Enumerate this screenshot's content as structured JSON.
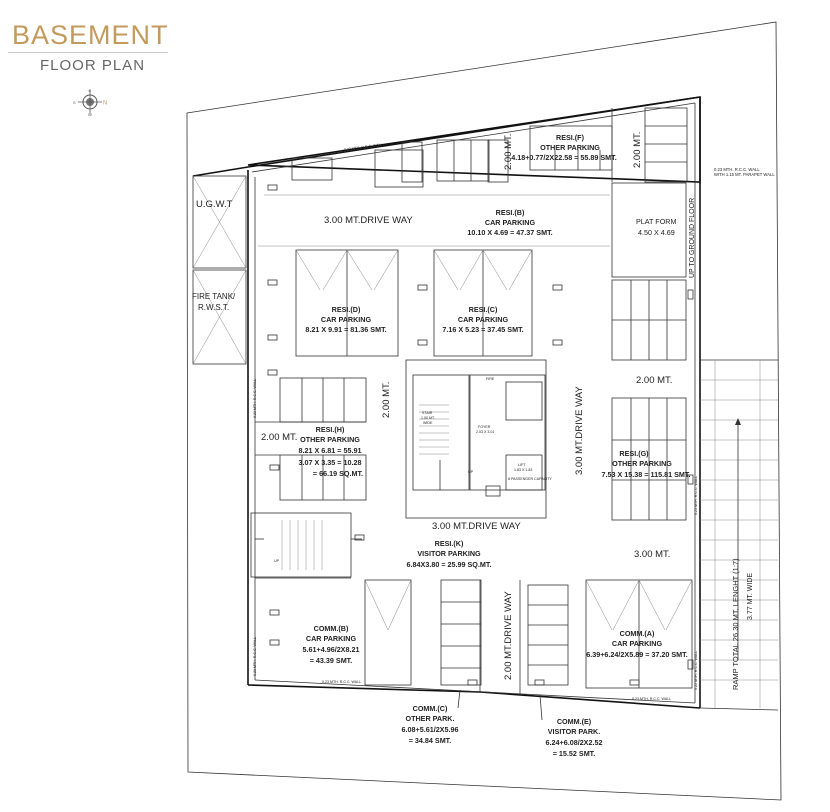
{
  "header": {
    "title": "BASEMENT",
    "subtitle": "FLOOR PLAN"
  },
  "compass": {
    "n": "N",
    "s": "S",
    "e": "E",
    "w": "W"
  },
  "drive": {
    "top": "3.00 MT.DRIVE WAY",
    "right": "3.00 MT.DRIVE WAY",
    "center": "3.00 MT.DRIVE WAY",
    "bottom": "2.00 MT.DRIVE WAY"
  },
  "dims": {
    "top_2mt": "2.00 MT.",
    "topright_2mt": "2.00 MT.",
    "left_2mt": "2.00 MT.",
    "center_2mt": "2.00 MT.",
    "right_2mt": "2.00 MT.",
    "right_3mt": "3.00 MT."
  },
  "rooms": {
    "ugwt": "U.G.W.T",
    "fire_1": "FIRE TANK/",
    "fire_2": "R.W.S.T.",
    "platform_1": "PLAT FORM",
    "platform_2": "4.50 X 4.69",
    "up_to_ground": "UP TO GROUND FLOOR",
    "foyer_1": "FOYER",
    "foyer_2": "2.03 X 3.01",
    "lift_1": "LIFT",
    "lift_2": "1.83 X 1.83",
    "lift_cap": "8 PASSENGER CAPACITY",
    "stair_1": "STAIR",
    "stair_2": "1.00 MT.",
    "stair_3": "WIDE",
    "up": "UP",
    "fire": "FIRE"
  },
  "walls": {
    "rcc_top": "0.23 MTH. R.C.C. WALL",
    "rcc_top2": "WITH 1.15 MT. PARAPET WALL",
    "rcc_short": "0.23 MTH. R.C.C. WALL"
  },
  "ramp": {
    "line1": "RAMP TOTAL 26.30 MT. LENGHT (1:7)",
    "line2": "3.77 MT. WIDE"
  },
  "labels": {
    "resi_f": [
      "RESI.(F)",
      "OTHER PARKING",
      "4.18+0.77/2X22.58 = 55.89 SMT."
    ],
    "resi_b": [
      "RESI.(B)",
      "CAR PARKING",
      "10.10 X 4.69 = 47.37 SMT."
    ],
    "resi_d": [
      "RESI.(D)",
      "CAR PARKING",
      "8.21 X 9.91 = 81.36 SMT."
    ],
    "resi_c": [
      "RESI.(C)",
      "CAR PARKING",
      "7.16 X 5.23 = 37.45 SMT."
    ],
    "resi_h": [
      "RESI.(H)",
      "OTHER PARKING",
      "8.21 X 6.81 = 55.91",
      "3.07 X 3.35 = 10.28",
      "= 66.19 SQ.MT."
    ],
    "resi_g": [
      "RESI.(G)",
      "OTHER PARKING",
      "7.53 X 15.38 = 115.81 SMT."
    ],
    "resi_k": [
      "RESI.(K)",
      "VISITOR PARKING",
      "6.84X3.80 = 25.99 SQ.MT."
    ],
    "comm_b": [
      "COMM.(B)",
      "CAR PARKING",
      "5.61+4.96/2X8.21",
      "= 43.39 SMT."
    ],
    "comm_a": [
      "COMM.(A)",
      "CAR PARKING",
      "6.39+6.24/2X5.89 = 37.20 SMT."
    ],
    "comm_c": [
      "COMM.(C)",
      "OTHER PARK.",
      "6.08+5.61/2X5.96",
      "= 34.84 SMT."
    ],
    "comm_e": [
      "COMM.(E)",
      "VISITOR PARK.",
      "6.24+6.08/2X2.52",
      "= 15.52 SMT."
    ]
  },
  "colors": {
    "accent": "#c39a5b",
    "line": "#333333",
    "paper": "#ffffff"
  }
}
